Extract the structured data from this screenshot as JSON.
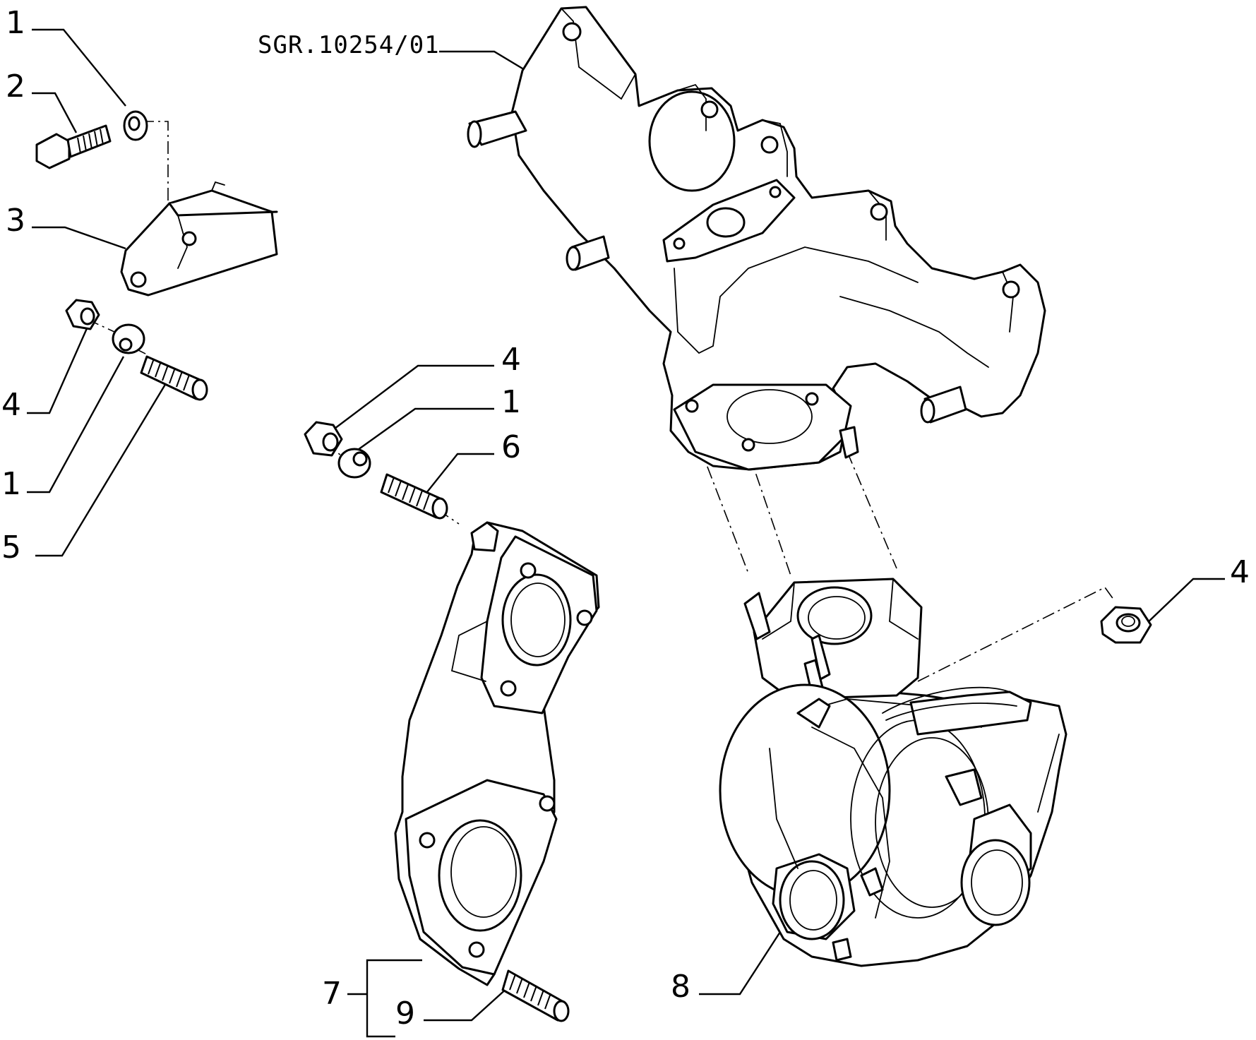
{
  "diagram": {
    "reference_code": "SGR.10254/01",
    "callouts": [
      {
        "id": "c1a",
        "label": "1"
      },
      {
        "id": "c2",
        "label": "2"
      },
      {
        "id": "c3",
        "label": "3"
      },
      {
        "id": "c4a",
        "label": "4"
      },
      {
        "id": "c1b",
        "label": "1"
      },
      {
        "id": "c5",
        "label": "5"
      },
      {
        "id": "c4b",
        "label": "4"
      },
      {
        "id": "c1c",
        "label": "1"
      },
      {
        "id": "c6",
        "label": "6"
      },
      {
        "id": "c4c",
        "label": "4"
      },
      {
        "id": "c7",
        "label": "7"
      },
      {
        "id": "c9",
        "label": "9"
      },
      {
        "id": "c8",
        "label": "8"
      }
    ]
  }
}
